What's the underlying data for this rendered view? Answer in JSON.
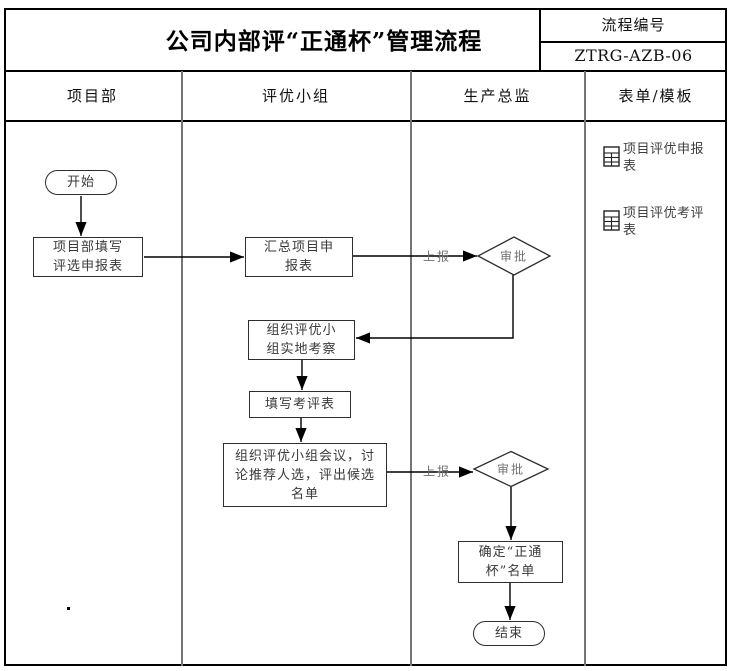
{
  "header": {
    "title": "公司内部评“正通杯”管理流程",
    "code_label": "流程编号",
    "code_value": "ZTRG-AZB-06"
  },
  "lanes": {
    "lane1": "项目部",
    "lane2": "评优小组",
    "lane3": "生产总监",
    "lane4": "表单/模板"
  },
  "flow": {
    "start_label": "开始",
    "end_label": "结束",
    "boxes": [
      {
        "id": "fill-application",
        "text": "项目部填写\n评选申报表"
      },
      {
        "id": "summarize-applications",
        "text": "汇总项目申\n报表"
      },
      {
        "id": "site-inspection",
        "text": "组织评优小\n组实地考察"
      },
      {
        "id": "fill-assessment",
        "text": "填写考评表"
      },
      {
        "id": "group-meeting",
        "text": "组织评优小组会议，讨\n论推荐人选，评出候选\n名单"
      },
      {
        "id": "confirm-list",
        "text": "确定“正通\n杯”名单"
      }
    ],
    "decisions": [
      {
        "text": "审批"
      },
      {
        "text": "审批"
      }
    ],
    "edge_labels": [
      {
        "text": "上报"
      },
      {
        "text": "上报"
      }
    ]
  },
  "forms": [
    {
      "label": "项目评优申报表"
    },
    {
      "label": "项目评优考评表"
    }
  ],
  "colors": {
    "line_black": "#000000",
    "lane_divider": "#757575",
    "node_border": "#2e2e2e",
    "muted_text": "#6f6f6f"
  }
}
